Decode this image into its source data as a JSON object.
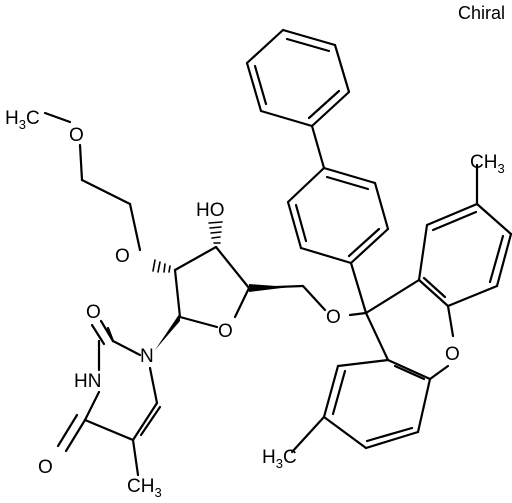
{
  "annotation": "Chiral",
  "labels": {
    "methyl_terminal": {
      "main": "H",
      "sub": "3",
      "tail": "C"
    },
    "ether_o": "O",
    "ether_o2": "O",
    "hydroxyl": "HO",
    "ring_o": "O",
    "trityl_o": "O",
    "xanthene_o": "O",
    "methyl_right": {
      "main": "CH",
      "sub": "3"
    },
    "methyl_bottom": {
      "main": "H",
      "sub": "3",
      "tail": "C"
    },
    "methyl_uracil": {
      "main": "CH",
      "sub": "3"
    },
    "carbonyl_top": "O",
    "carbonyl_bottom": "O",
    "nh": "HN",
    "n1": "N"
  }
}
